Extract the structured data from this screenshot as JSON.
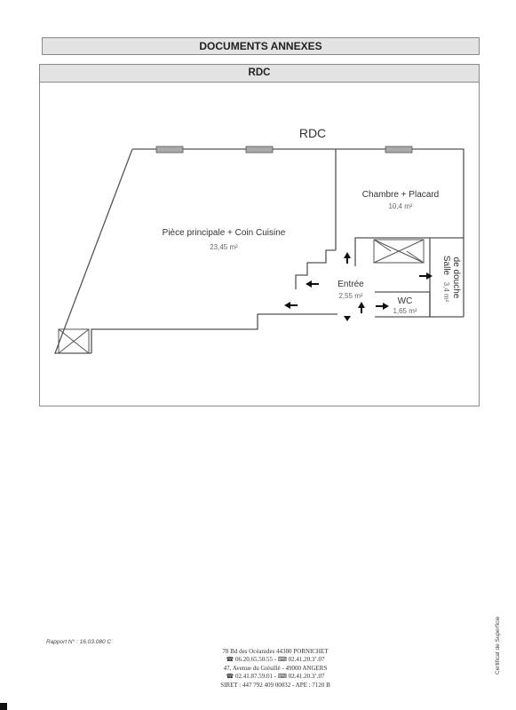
{
  "header": {
    "title": "DOCUMENTS ANNEXES"
  },
  "section": {
    "title": "RDC"
  },
  "plan": {
    "level_label": "RDC",
    "rooms": [
      {
        "name": "Pièce principale + Coin Cuisine",
        "area": "23,45 m²"
      },
      {
        "name": "Chambre + Placard",
        "area": "10,4 m²"
      },
      {
        "name_lines": [
          "de douche",
          "Salle"
        ],
        "area": "3,4 m²"
      },
      {
        "name": "Entrée",
        "area": "2,55 m²"
      },
      {
        "name": "WC",
        "area": "1,65 m²"
      }
    ]
  },
  "report": {
    "number": "Rapport N° : 16.03.080 C"
  },
  "footer": {
    "lines": [
      "78 Bd des Océanides    44380 PORNICHET",
      "☎ 06.20.65.50.55 - ⌨ 02.41.20.3’.07",
      "47, Avenue du Grésillé - 49000 ANGERS",
      "☎ 02.41.87.59.01 - ⌨ 02.41.20.3’.07",
      "SIRET : 447 792 409 00032 -  APE : 7120 B"
    ]
  },
  "side_label": "Certificat de Superficie"
}
